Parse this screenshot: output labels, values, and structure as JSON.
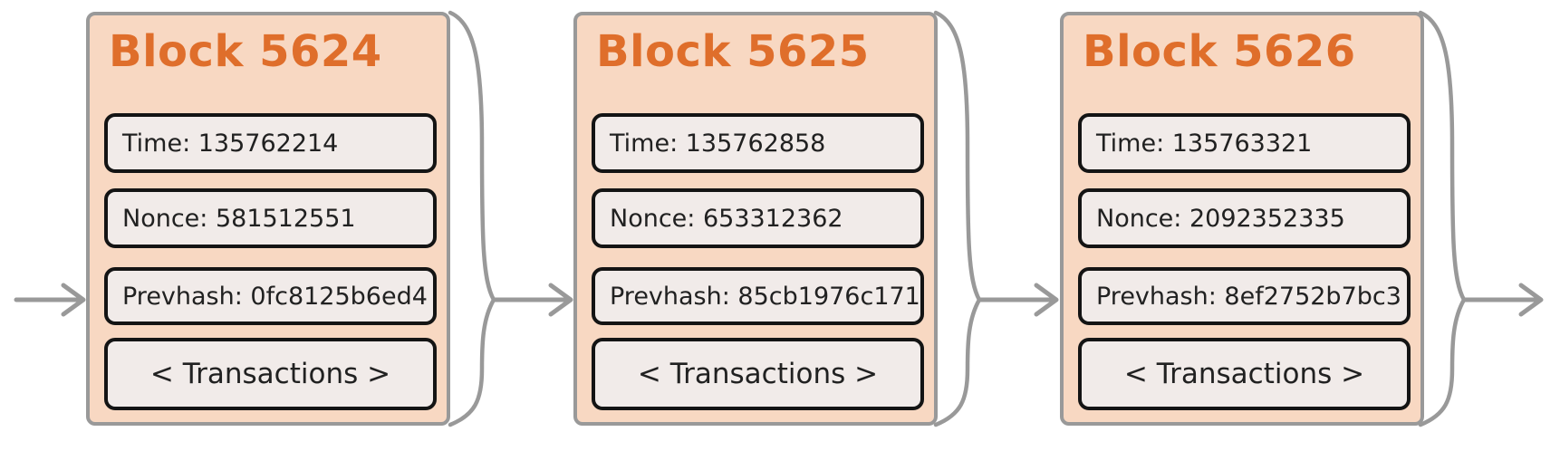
{
  "diagram": {
    "kind": "blockchain-chain",
    "colors": {
      "background": "#ffffff",
      "block_fill": "#f8d8c2",
      "block_border": "#999999",
      "field_fill": "#f1ebe9",
      "field_border": "#141414",
      "title_text": "#df6e2b",
      "field_text": "#212121",
      "connector": "#999999"
    },
    "blocks": [
      {
        "title": "Block 5624",
        "time": "Time: 135762214",
        "nonce": "Nonce: 581512551",
        "prevhash": "Prevhash: 0fc8125b6ed4",
        "transactions": "< Transactions >"
      },
      {
        "title": "Block 5625",
        "time": "Time: 135762858",
        "nonce": "Nonce: 653312362",
        "prevhash": "Prevhash: 85cb1976c171",
        "transactions": "< Transactions >"
      },
      {
        "title": "Block 5626",
        "time": "Time: 135763321",
        "nonce": "Nonce: 2092352335",
        "prevhash": "Prevhash: 8ef2752b7bc3",
        "transactions": "< Transactions >"
      }
    ]
  }
}
